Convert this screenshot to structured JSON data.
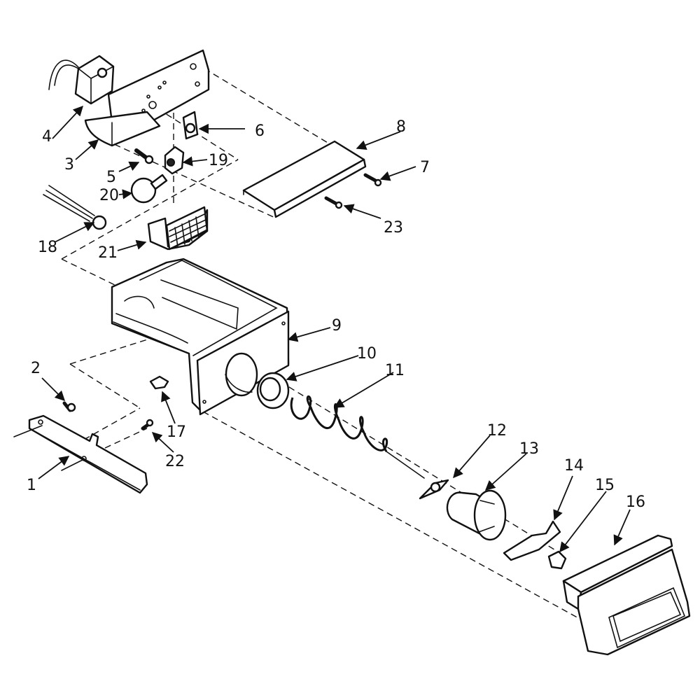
{
  "diagram": {
    "callouts": [
      {
        "id": "1",
        "label": "1"
      },
      {
        "id": "2",
        "label": "2"
      },
      {
        "id": "3",
        "label": "3"
      },
      {
        "id": "4",
        "label": "4"
      },
      {
        "id": "5",
        "label": "5"
      },
      {
        "id": "6",
        "label": "6"
      },
      {
        "id": "7",
        "label": "7"
      },
      {
        "id": "8",
        "label": "8"
      },
      {
        "id": "9",
        "label": "9"
      },
      {
        "id": "10",
        "label": "10"
      },
      {
        "id": "11",
        "label": "11"
      },
      {
        "id": "12",
        "label": "12"
      },
      {
        "id": "13",
        "label": "13"
      },
      {
        "id": "14",
        "label": "14"
      },
      {
        "id": "15",
        "label": "15"
      },
      {
        "id": "16",
        "label": "16"
      },
      {
        "id": "17",
        "label": "17"
      },
      {
        "id": "18",
        "label": "18"
      },
      {
        "id": "19",
        "label": "19"
      },
      {
        "id": "20",
        "label": "20"
      },
      {
        "id": "21",
        "label": "21"
      },
      {
        "id": "22",
        "label": "22"
      },
      {
        "id": "23",
        "label": "23"
      }
    ],
    "style": {
      "ink_color": "#111111",
      "paper_color": "#ffffff"
    }
  }
}
